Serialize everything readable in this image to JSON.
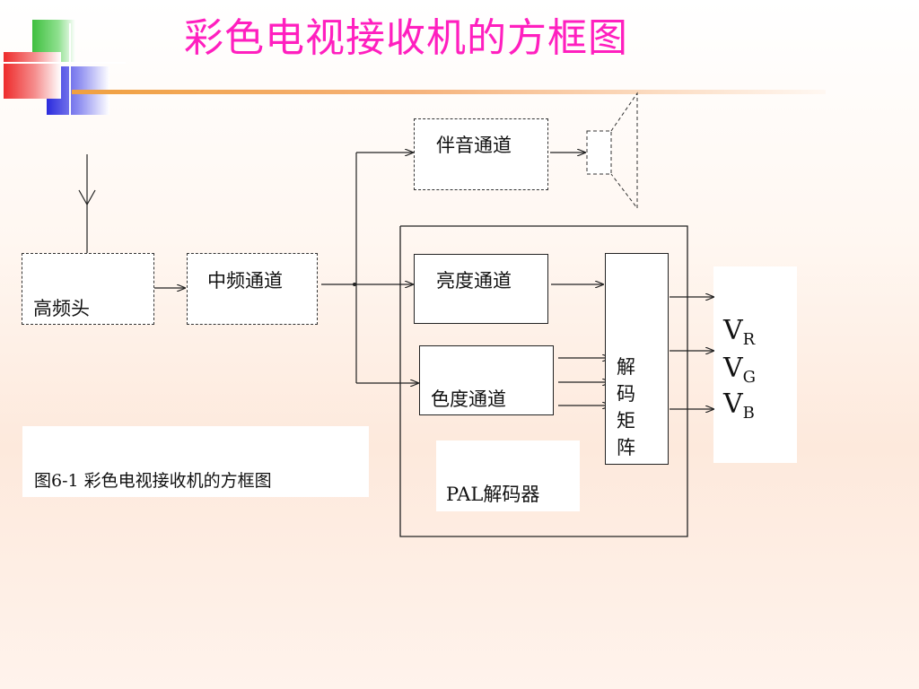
{
  "title": "彩色电视接收机的方框图",
  "caption": "图6-1 彩色电视接收机的方框图",
  "blocks": {
    "rf_head": "高频头",
    "if_channel": "中频通道",
    "audio_channel": "伴音通道",
    "luma_channel": "亮度通道",
    "chroma_channel": "色度通道",
    "decode_matrix": [
      "解",
      "码",
      "矩",
      "阵"
    ],
    "pal_decoder": "PAL解码器"
  },
  "outputs": [
    {
      "base": "V",
      "sub": "R"
    },
    {
      "base": "V",
      "sub": "G"
    },
    {
      "base": "V",
      "sub": "B"
    }
  ],
  "colors": {
    "title": "#ff1fbf",
    "deco_green": "#3fbf3f",
    "deco_red": "#ee2b2b",
    "deco_blue": "#2b2bdd",
    "deco_orange": "#f5a050"
  }
}
